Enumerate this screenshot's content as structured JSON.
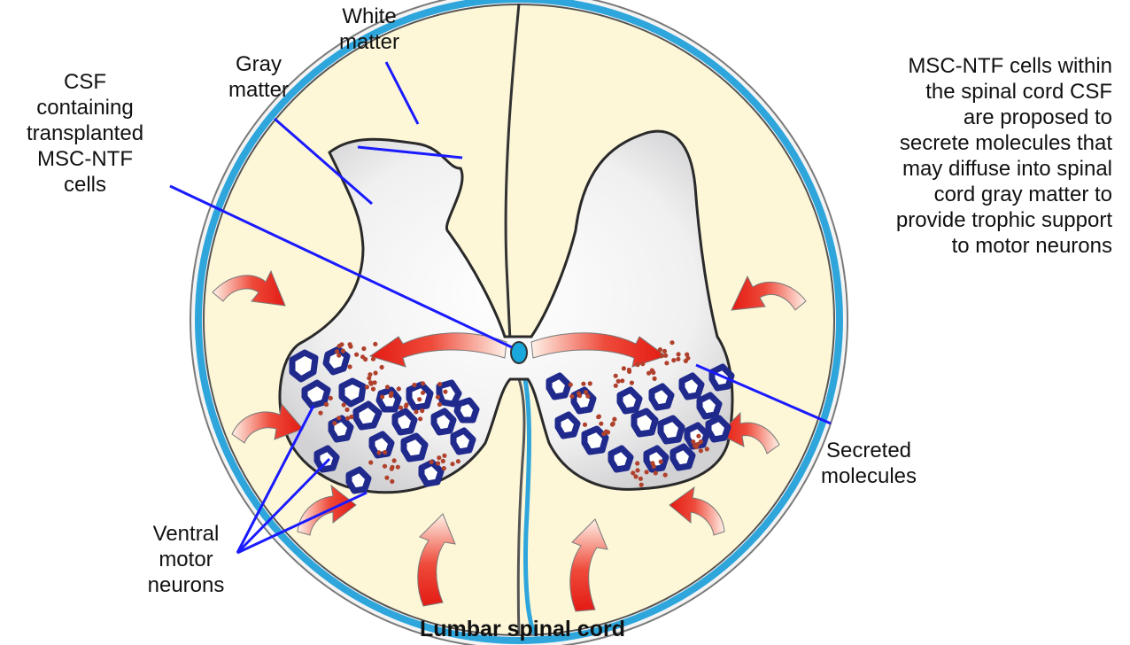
{
  "labels": {
    "white_matter": "White\nmatter",
    "gray_matter": "Gray\nmatter",
    "csf": "CSF\ncontaining\ntransplanted\nMSC-NTF\ncells",
    "description": "MSC-NTF cells within\nthe spinal cord CSF\nare proposed to\nsecrete molecules that\nmay diffuse into spinal\ncord gray matter to\nprovide trophic support\nto motor neurons",
    "secreted": "Secreted\nmolecules",
    "ventral": "Ventral\nmotor\nneurons",
    "title": "Lumbar spinal cord"
  },
  "colors": {
    "white_matter_fill": "#fdf7d8",
    "gray_matter_fill": "#e9e9ea",
    "csf_blue": "#2ea6dc",
    "leader_line": "#1a1aff",
    "neuron_blue": "#1f2a8c",
    "molecule_red": "#b0412c",
    "arrow_red": "#e52520"
  }
}
